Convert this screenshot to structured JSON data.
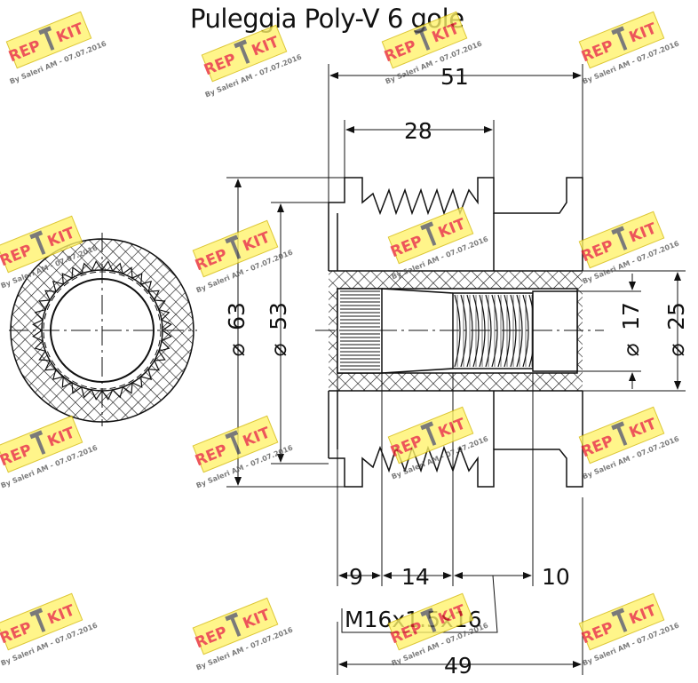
{
  "title": "Puleggia Poly-V 6 gole",
  "dimensions": {
    "overall_length": "51",
    "groove_width": "28",
    "outer_diameter": "63",
    "groove_diameter": "53",
    "bore_small": "17",
    "bore_large": "25",
    "seg_spline": "9",
    "seg_thread": "14",
    "seg_bore": "10",
    "thread_spec": "M16x1.5x16",
    "body_length": "49",
    "diameter_symbol": "⌀"
  },
  "watermark": {
    "brand_left": "REP",
    "brand_right": "KIT",
    "signature": "By Saleri AM - 07.07.2016",
    "brand_color": "#e8262d",
    "badge_color": "#fff36a",
    "icon": "wrench-icon"
  },
  "colors": {
    "line": "#111111",
    "accent_fill": "#ffffff"
  }
}
